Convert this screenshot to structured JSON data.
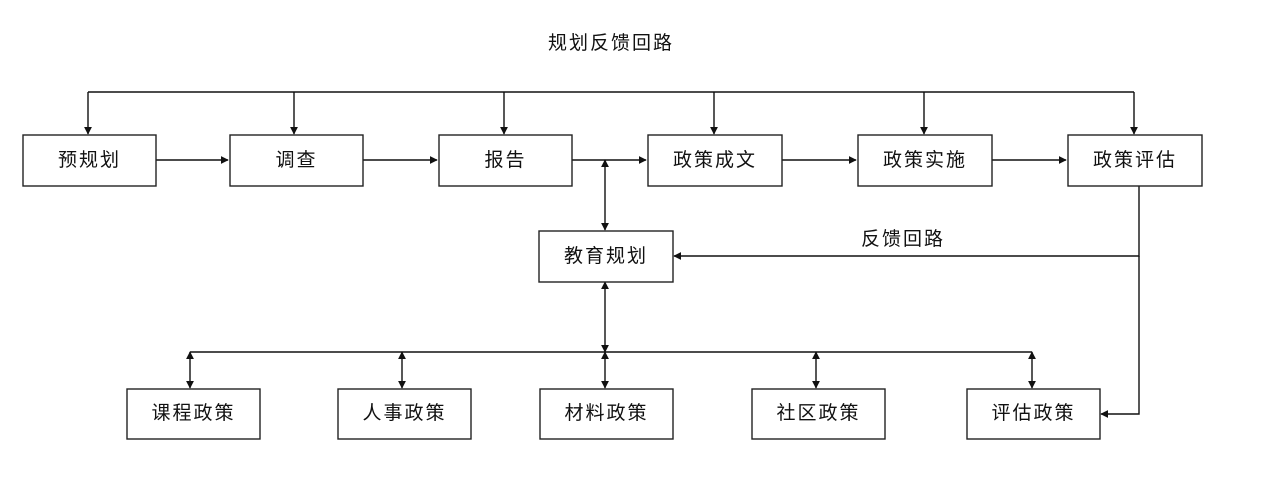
{
  "top_loop_label": "规划反馈回路",
  "side_loop_label": "反馈回路",
  "stages": [
    "预规划",
    "调查",
    "报告",
    "政策成文",
    "政策实施",
    "政策评估"
  ],
  "hub": "教育规划",
  "policies": [
    "课程政策",
    "人事政策",
    "材料政策",
    "社区政策",
    "评估政策"
  ]
}
